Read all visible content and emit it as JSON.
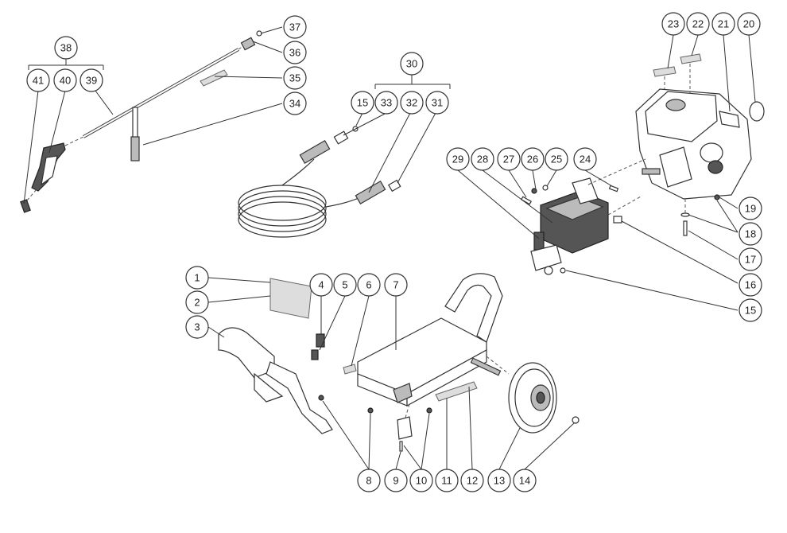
{
  "callouts": {
    "c1": "1",
    "c2": "2",
    "c3": "3",
    "c4": "4",
    "c5": "5",
    "c6": "6",
    "c7": "7",
    "c8": "8",
    "c9": "9",
    "c10": "10",
    "c11": "11",
    "c12": "12",
    "c13": "13",
    "c14": "14",
    "c15a": "15",
    "c15b": "15",
    "c16": "16",
    "c17": "17",
    "c18": "18",
    "c19": "19",
    "c20": "20",
    "c21": "21",
    "c22": "22",
    "c23": "23",
    "c24": "24",
    "c25": "25",
    "c26": "26",
    "c27": "27",
    "c28": "28",
    "c29": "29",
    "c30": "30",
    "c31": "31",
    "c32": "32",
    "c33": "33",
    "c34": "34",
    "c35": "35",
    "c36": "36",
    "c37": "37",
    "c38": "38",
    "c39": "39",
    "c40": "40",
    "c41": "41"
  }
}
